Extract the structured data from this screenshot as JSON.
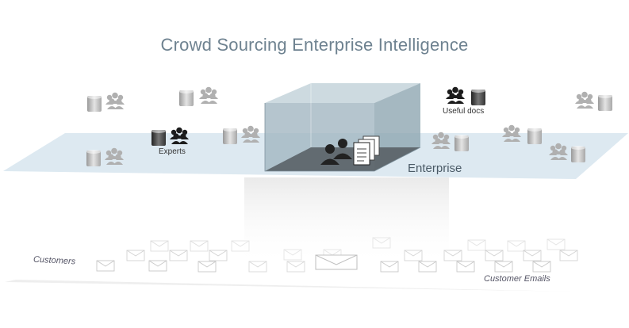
{
  "title": "Crowd Sourcing Enterprise Intelligence",
  "labels": {
    "experts": "Experts",
    "useful_docs": "Useful docs",
    "enterprise": "Enterprise",
    "customers": "Customers",
    "customer_emails": "Customer Emails"
  },
  "icons": [
    "database-icon",
    "people-group-icon",
    "envelope-icon",
    "document-stack-icon",
    "person-icon"
  ],
  "colors": {
    "title": "#6e8290",
    "plane": "#dde9f1",
    "cube": "#9fb3be",
    "dark_icon": "#222222",
    "gray_icon": "#b5b5b5"
  }
}
